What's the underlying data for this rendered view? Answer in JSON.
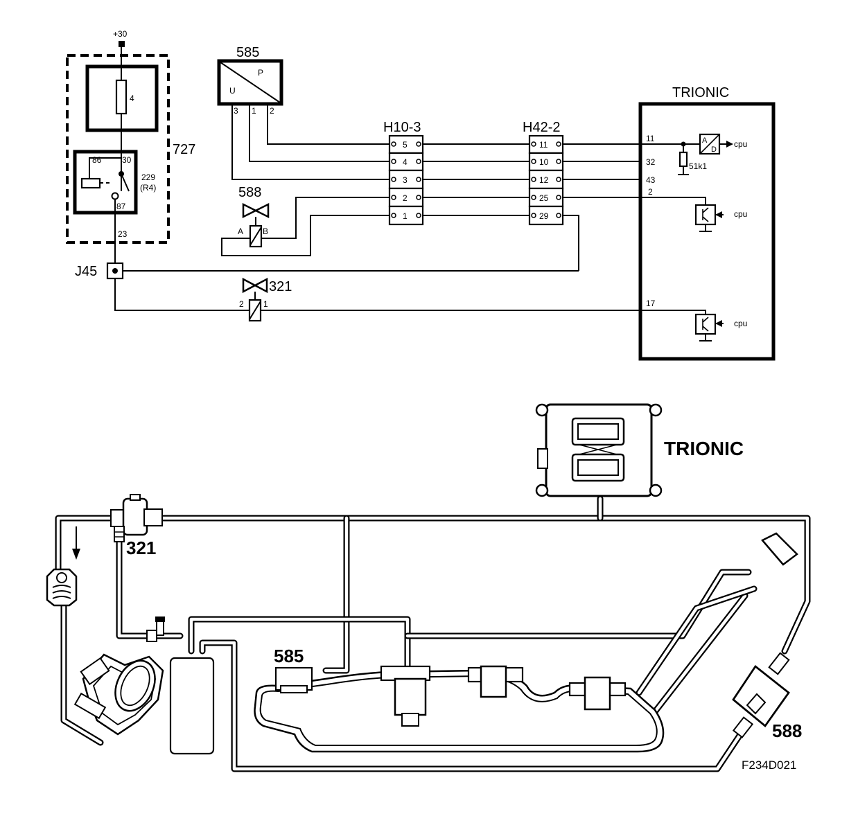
{
  "schematic": {
    "supply": "+30",
    "fuse_box": {
      "id": "727",
      "fuse": "4",
      "relay_id": "229",
      "relay_sub": "(R4)",
      "pin_86": "86",
      "pin_30": "30",
      "pin_87": "87",
      "wire_23": "23"
    },
    "sensor_585": {
      "id": "585",
      "letter_u": "U",
      "letter_p": "P",
      "pins": [
        "3",
        "1",
        "2"
      ]
    },
    "valve_588": {
      "id": "588",
      "pin_a": "A",
      "pin_b": "B"
    },
    "valve_321": {
      "id": "321",
      "pin_2": "2",
      "pin_1": "1"
    },
    "junction": "J45",
    "connector_h10_3": {
      "id": "H10-3",
      "pins": [
        "5",
        "4",
        "3",
        "2",
        "1"
      ]
    },
    "connector_h42_2": {
      "id": "H42-2",
      "pins": [
        "11",
        "10",
        "12",
        "25",
        "29"
      ]
    },
    "trionic": {
      "title": "TRIONIC",
      "pins": [
        "11",
        "32",
        "43",
        "2",
        "17"
      ],
      "resistor": "51k1",
      "adc_a": "A",
      "adc_d": "D",
      "cpu": "cpu"
    }
  },
  "layout_view": {
    "trionic_label": "TRIONIC",
    "label_321": "321",
    "label_585": "585",
    "label_588": "588",
    "figure_code": "F234D021"
  },
  "icons": [
    "valve-icon",
    "solenoid-icon",
    "transistor-icon",
    "adc-icon",
    "ecu-icon"
  ]
}
